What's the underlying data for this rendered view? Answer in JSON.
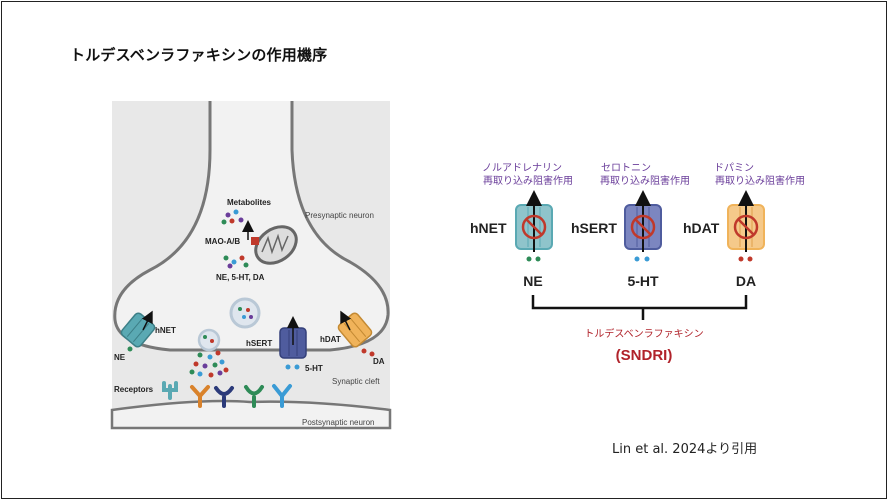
{
  "title": "トルデスベンラファキシンの作用機序",
  "credit": "Lin et al. 2024より引用",
  "left_diagram": {
    "metabolites": "Metabolites",
    "mao": "MAO-A/B",
    "nt_list": "NE, 5-HT, DA",
    "presynaptic": "Presynaptic neuron",
    "hnet": "hNET",
    "ne": "NE",
    "hsert": "hSERT",
    "ht5": "5-HT",
    "hdat": "hDAT",
    "da": "DA",
    "synaptic_cleft": "Synaptic cleft",
    "receptors": "Receptors",
    "postsynaptic": "Postsynaptic neuron"
  },
  "right_diagram": {
    "ne_block_line1": "ノルアドレナリン",
    "ne_block_line2": "再取り込み阻害作用",
    "ht_block_line1": "セロトニン",
    "ht_block_line2": "再取り込み阻害作用",
    "da_block_line1": "ドパミン",
    "da_block_line2": "再取り込み阻害作用",
    "hnet": "hNET",
    "hsert": "hSERT",
    "hdat": "hDAT",
    "ne": "NE",
    "ht5": "5-HT",
    "da": "DA",
    "drug": "トルデスベンラファキシン",
    "abbr": "(SNDRI)"
  },
  "colors": {
    "net": "#5aa9b3",
    "sert": "#4f5c9e",
    "dat": "#f0b35a",
    "block": "#c0392b",
    "purple_text": "#6a3d9a",
    "drug_text": "#b0222a"
  }
}
